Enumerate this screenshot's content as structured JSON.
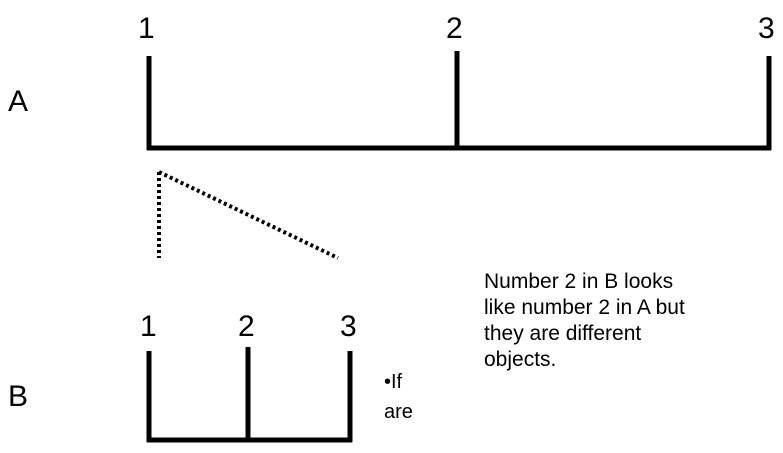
{
  "diagram": {
    "row_a": {
      "label": "A",
      "ticks": [
        "1",
        "2",
        "3"
      ]
    },
    "row_b": {
      "label": "B",
      "ticks": [
        "1",
        "2",
        "3"
      ]
    },
    "note": {
      "lines": [
        "Number 2 in B looks",
        "like number 2 in A but",
        "they are different",
        "objects."
      ]
    },
    "side_text": {
      "lines": [
        "•If",
        "are"
      ]
    },
    "colors": {
      "stroke": "#000000",
      "background": "#ffffff"
    }
  }
}
